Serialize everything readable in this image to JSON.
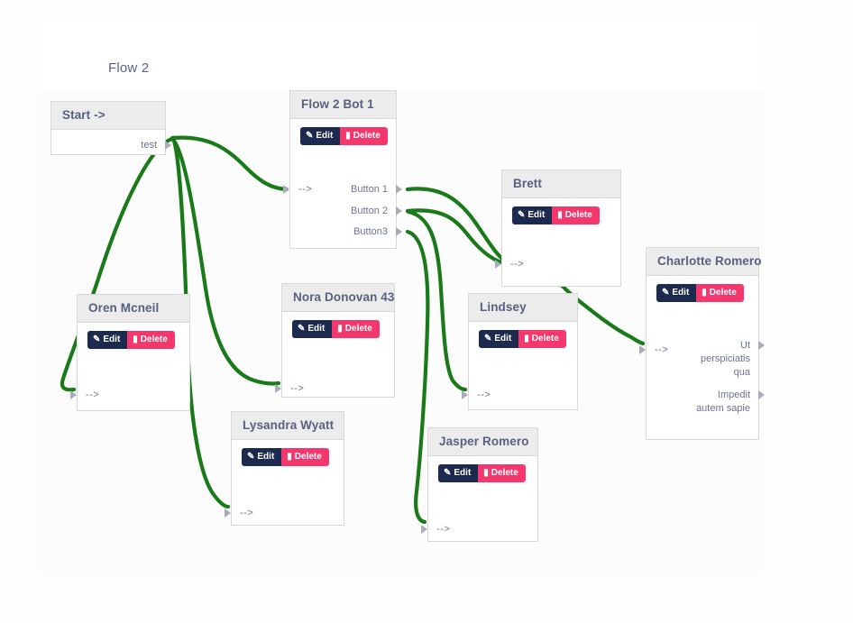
{
  "page": {
    "background": "#fdfdfb",
    "canvas_background": "#fcfcfc",
    "edge_color": "#1a7a1a",
    "accent_edit": "#1b2a4e",
    "accent_delete": "#f4376d"
  },
  "header": {
    "title": "Flow 2"
  },
  "buttons": {
    "edit_label": "Edit",
    "delete_label": "Delete",
    "edit_icon": "pencil-square-icon",
    "delete_icon": "trash-icon"
  },
  "nodes": [
    {
      "id": "start",
      "title": "Start ->",
      "has_actions": false,
      "inputs": [],
      "outputs": [
        "test"
      ]
    },
    {
      "id": "flow2bot1",
      "title": "Flow 2 Bot 1",
      "has_actions": true,
      "inputs": [
        "-->"
      ],
      "outputs": [
        "Button 1",
        "Button 2",
        "Button3"
      ]
    },
    {
      "id": "brett",
      "title": "Brett",
      "has_actions": true,
      "inputs": [
        "-->"
      ],
      "outputs": []
    },
    {
      "id": "charlotte",
      "title": "Charlotte Romero",
      "has_actions": true,
      "inputs": [
        "-->"
      ],
      "outputs": [
        "Ut perspiciatis qua",
        "Impedit autem sapie"
      ]
    },
    {
      "id": "oren",
      "title": "Oren Mcneil",
      "has_actions": true,
      "inputs": [
        "-->"
      ],
      "outputs": []
    },
    {
      "id": "nora",
      "title": "Nora Donovan 43",
      "has_actions": true,
      "inputs": [
        "-->"
      ],
      "outputs": []
    },
    {
      "id": "lindsey",
      "title": "Lindsey",
      "has_actions": true,
      "inputs": [
        "-->"
      ],
      "outputs": []
    },
    {
      "id": "lysandra",
      "title": "Lysandra Wyatt",
      "has_actions": true,
      "inputs": [
        "-->"
      ],
      "outputs": []
    },
    {
      "id": "jasper",
      "title": "Jasper Romero",
      "has_actions": true,
      "inputs": [
        "-->"
      ],
      "outputs": []
    }
  ]
}
